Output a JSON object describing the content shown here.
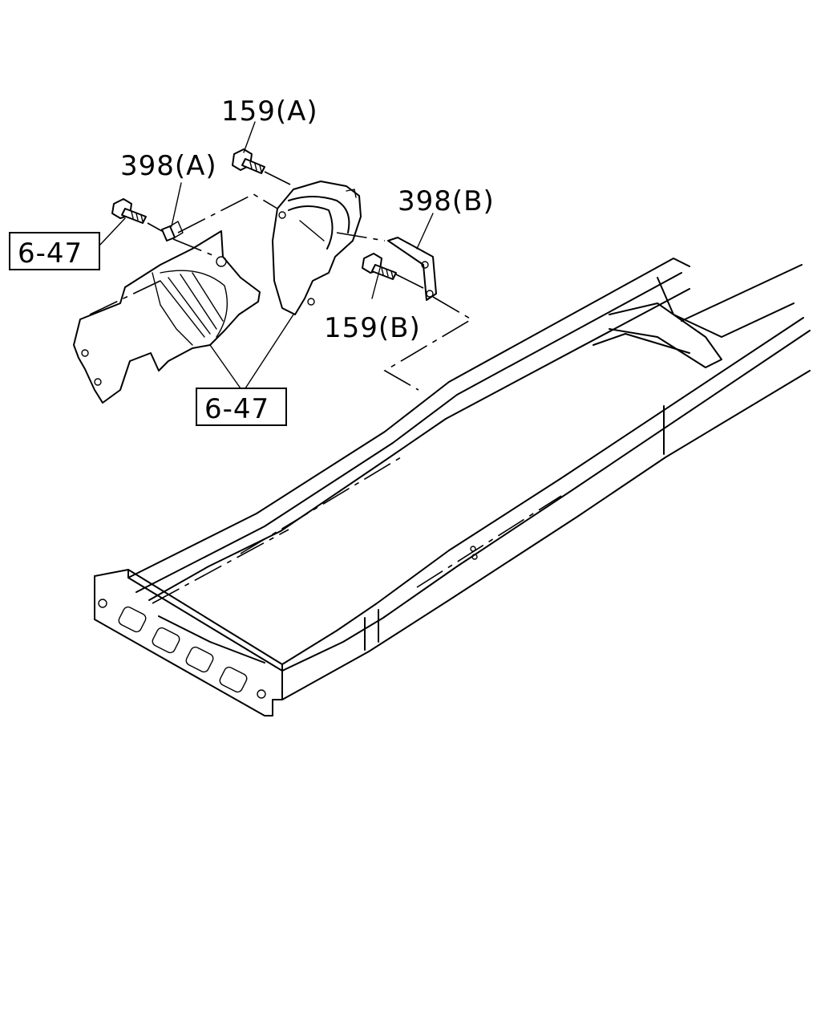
{
  "callouts": {
    "c159a": "159(A)",
    "c398a": "398(A)",
    "c398b": "398(B)",
    "c159b": "159(B)",
    "ref_left": "6-47",
    "ref_center": "6-47"
  },
  "colors": {
    "line": "#000000",
    "background": "#ffffff"
  }
}
